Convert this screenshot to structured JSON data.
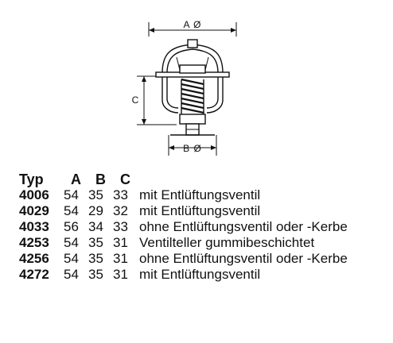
{
  "diagram": {
    "dimension_labels": {
      "a": "A Ø",
      "b": "B Ø",
      "c": "C"
    }
  },
  "table": {
    "headers": [
      "Typ",
      "A",
      "B",
      "C"
    ],
    "rows": [
      {
        "typ": "4006",
        "a": "54",
        "b": "35",
        "c": "33",
        "desc": "mit Entlüftungsventil"
      },
      {
        "typ": "4029",
        "a": "54",
        "b": "29",
        "c": "32",
        "desc": "mit Entlüftungsventil"
      },
      {
        "typ": "4033",
        "a": "56",
        "b": "34",
        "c": "33",
        "desc": "ohne Entlüftungsventil oder -Kerbe"
      },
      {
        "typ": "4253",
        "a": "54",
        "b": "35",
        "c": "31",
        "desc": "Ventilteller gummibeschichtet"
      },
      {
        "typ": "4256",
        "a": "54",
        "b": "35",
        "c": "31",
        "desc": "ohne Entlüftungsventil oder -Kerbe"
      },
      {
        "typ": "4272",
        "a": "54",
        "b": "35",
        "c": "31",
        "desc": "mit Entlüftungsventil"
      }
    ]
  }
}
